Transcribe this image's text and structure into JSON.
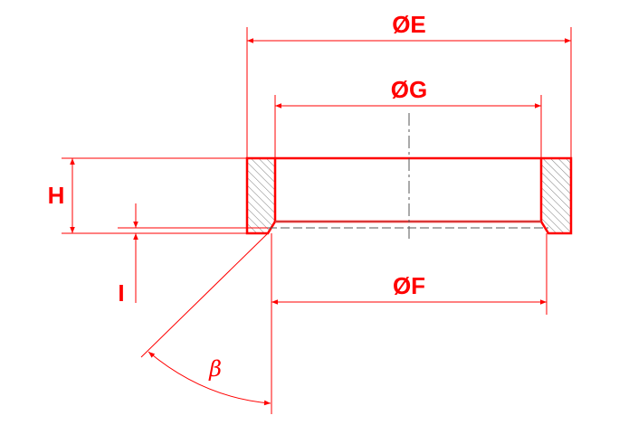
{
  "drawing": {
    "labels": {
      "outer_diameter": "ØE",
      "bore_diameter": "ØG",
      "seat_diameter": "ØF",
      "height": "H",
      "step_height": "I",
      "chamfer_angle": "β"
    },
    "colors": {
      "dimension": "#ff0000",
      "outline": "#ff0000",
      "hatch": "#555555",
      "centerline": "#555555"
    }
  }
}
